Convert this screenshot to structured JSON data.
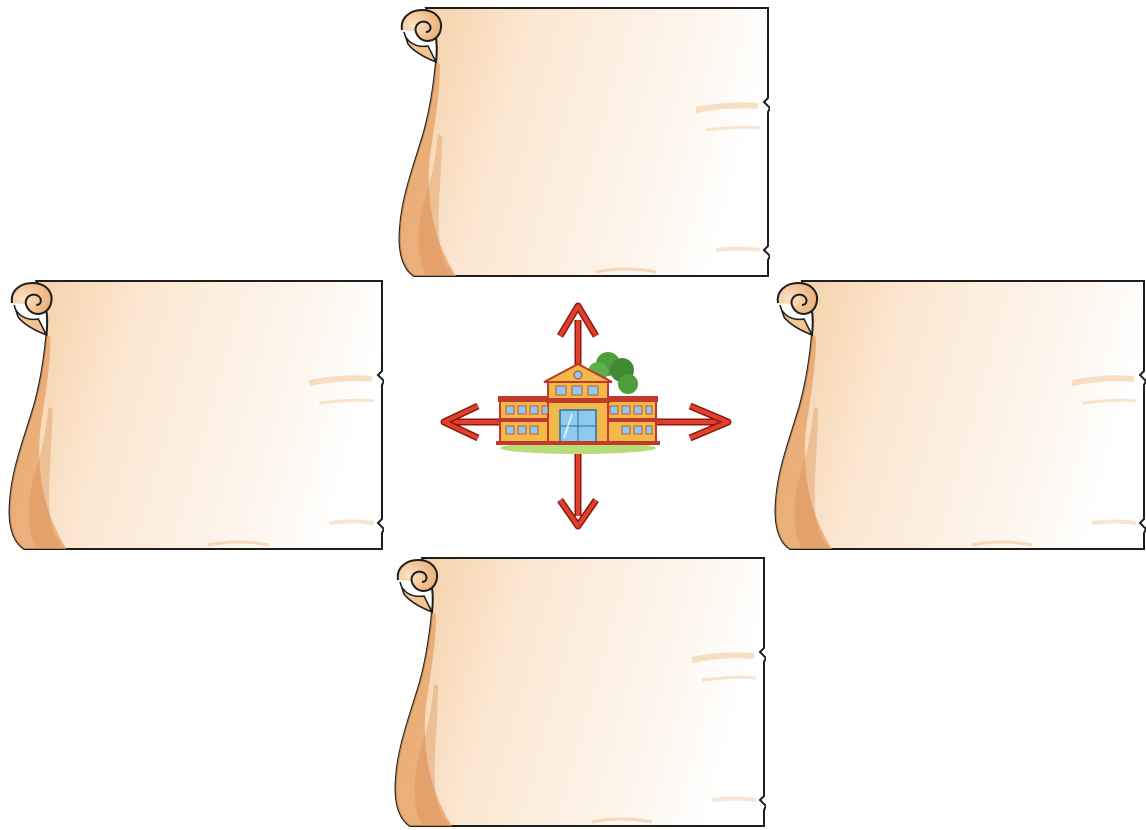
{
  "diagram": {
    "scrolls": [
      {
        "id": "top",
        "text": ""
      },
      {
        "id": "left",
        "text": ""
      },
      {
        "id": "right",
        "text": ""
      },
      {
        "id": "bottom",
        "text": ""
      }
    ],
    "colors": {
      "parchment_light": "#fdf2e6",
      "parchment_mid": "#f6d4ae",
      "parchment_dark": "#e7a569",
      "outline": "#1e1e1e",
      "arrow_fill": "#e0402d",
      "arrow_stroke": "#8a1a10",
      "building_wall": "#f0b94a",
      "building_trim": "#c0392b",
      "window": "#8ec9ee",
      "tree": "#4e9e3e",
      "grass": "#b7dd7a"
    },
    "icons": [
      "scroll-icon",
      "school-building-icon",
      "arrow-up-icon",
      "arrow-down-icon",
      "arrow-left-icon",
      "arrow-right-icon"
    ]
  }
}
